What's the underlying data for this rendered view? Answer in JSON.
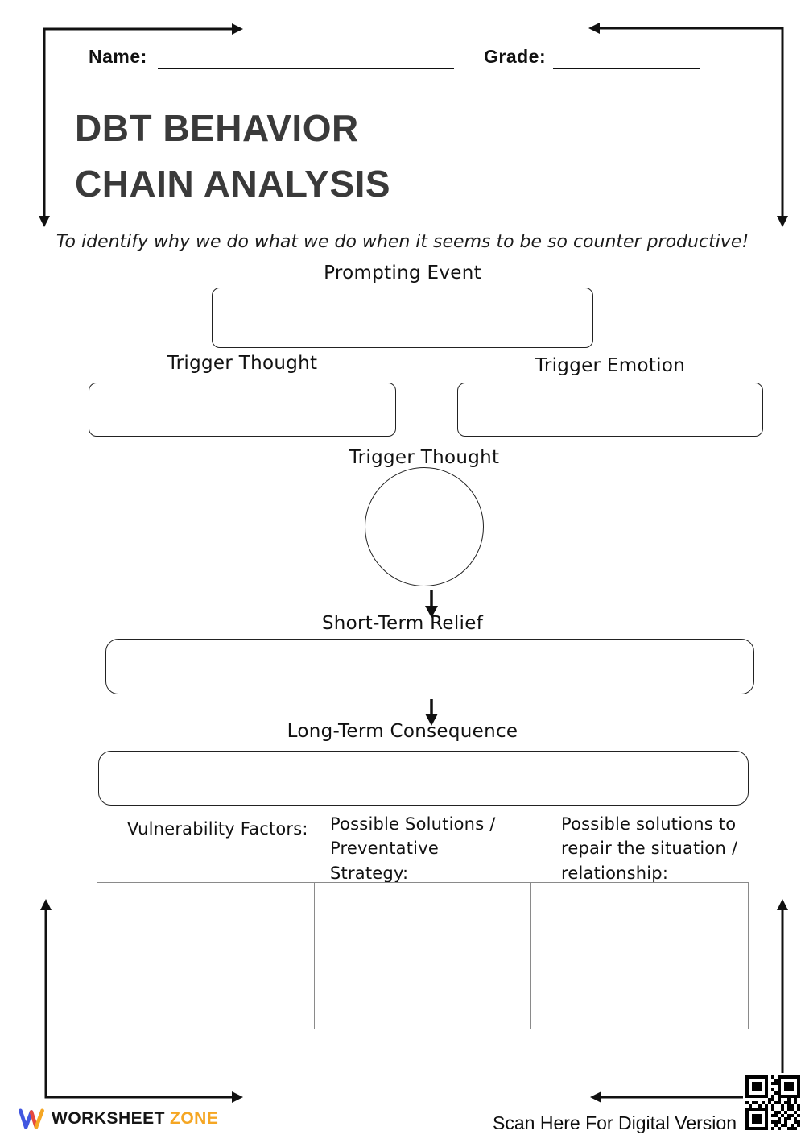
{
  "header": {
    "name_label": "Name:",
    "grade_label": "Grade:",
    "title_line1": "DBT BEHAVIOR",
    "title_line2": "CHAIN ANALYSIS",
    "subtitle": "To identify why we do what we do when it seems to be so counter productive!"
  },
  "diagram": {
    "prompting_event_label": "Prompting Event",
    "trigger_thought_label": "Trigger Thought",
    "trigger_emotion_label": "Trigger Emotion",
    "trigger_thought_circle_label": "Trigger Thought",
    "short_term_relief_label": "Short-Term Relief",
    "long_term_consequence_label": "Long-Term Consequence"
  },
  "table": {
    "col1_header": "Vulnerability Factors:",
    "col2_header": "Possible Solutions / Preventative Strategy:",
    "col3_header": "Possible solutions to repair the situation / relationship:"
  },
  "footer": {
    "brand_worksheet": "WORKSHEET",
    "brand_zone": "ZONE",
    "scan_text": "Scan Here For Digital Version"
  },
  "colors": {
    "accent_orange": "#F5A623",
    "logo_blue": "#4257E0",
    "logo_red": "#E6493F",
    "ink": "#111111"
  }
}
